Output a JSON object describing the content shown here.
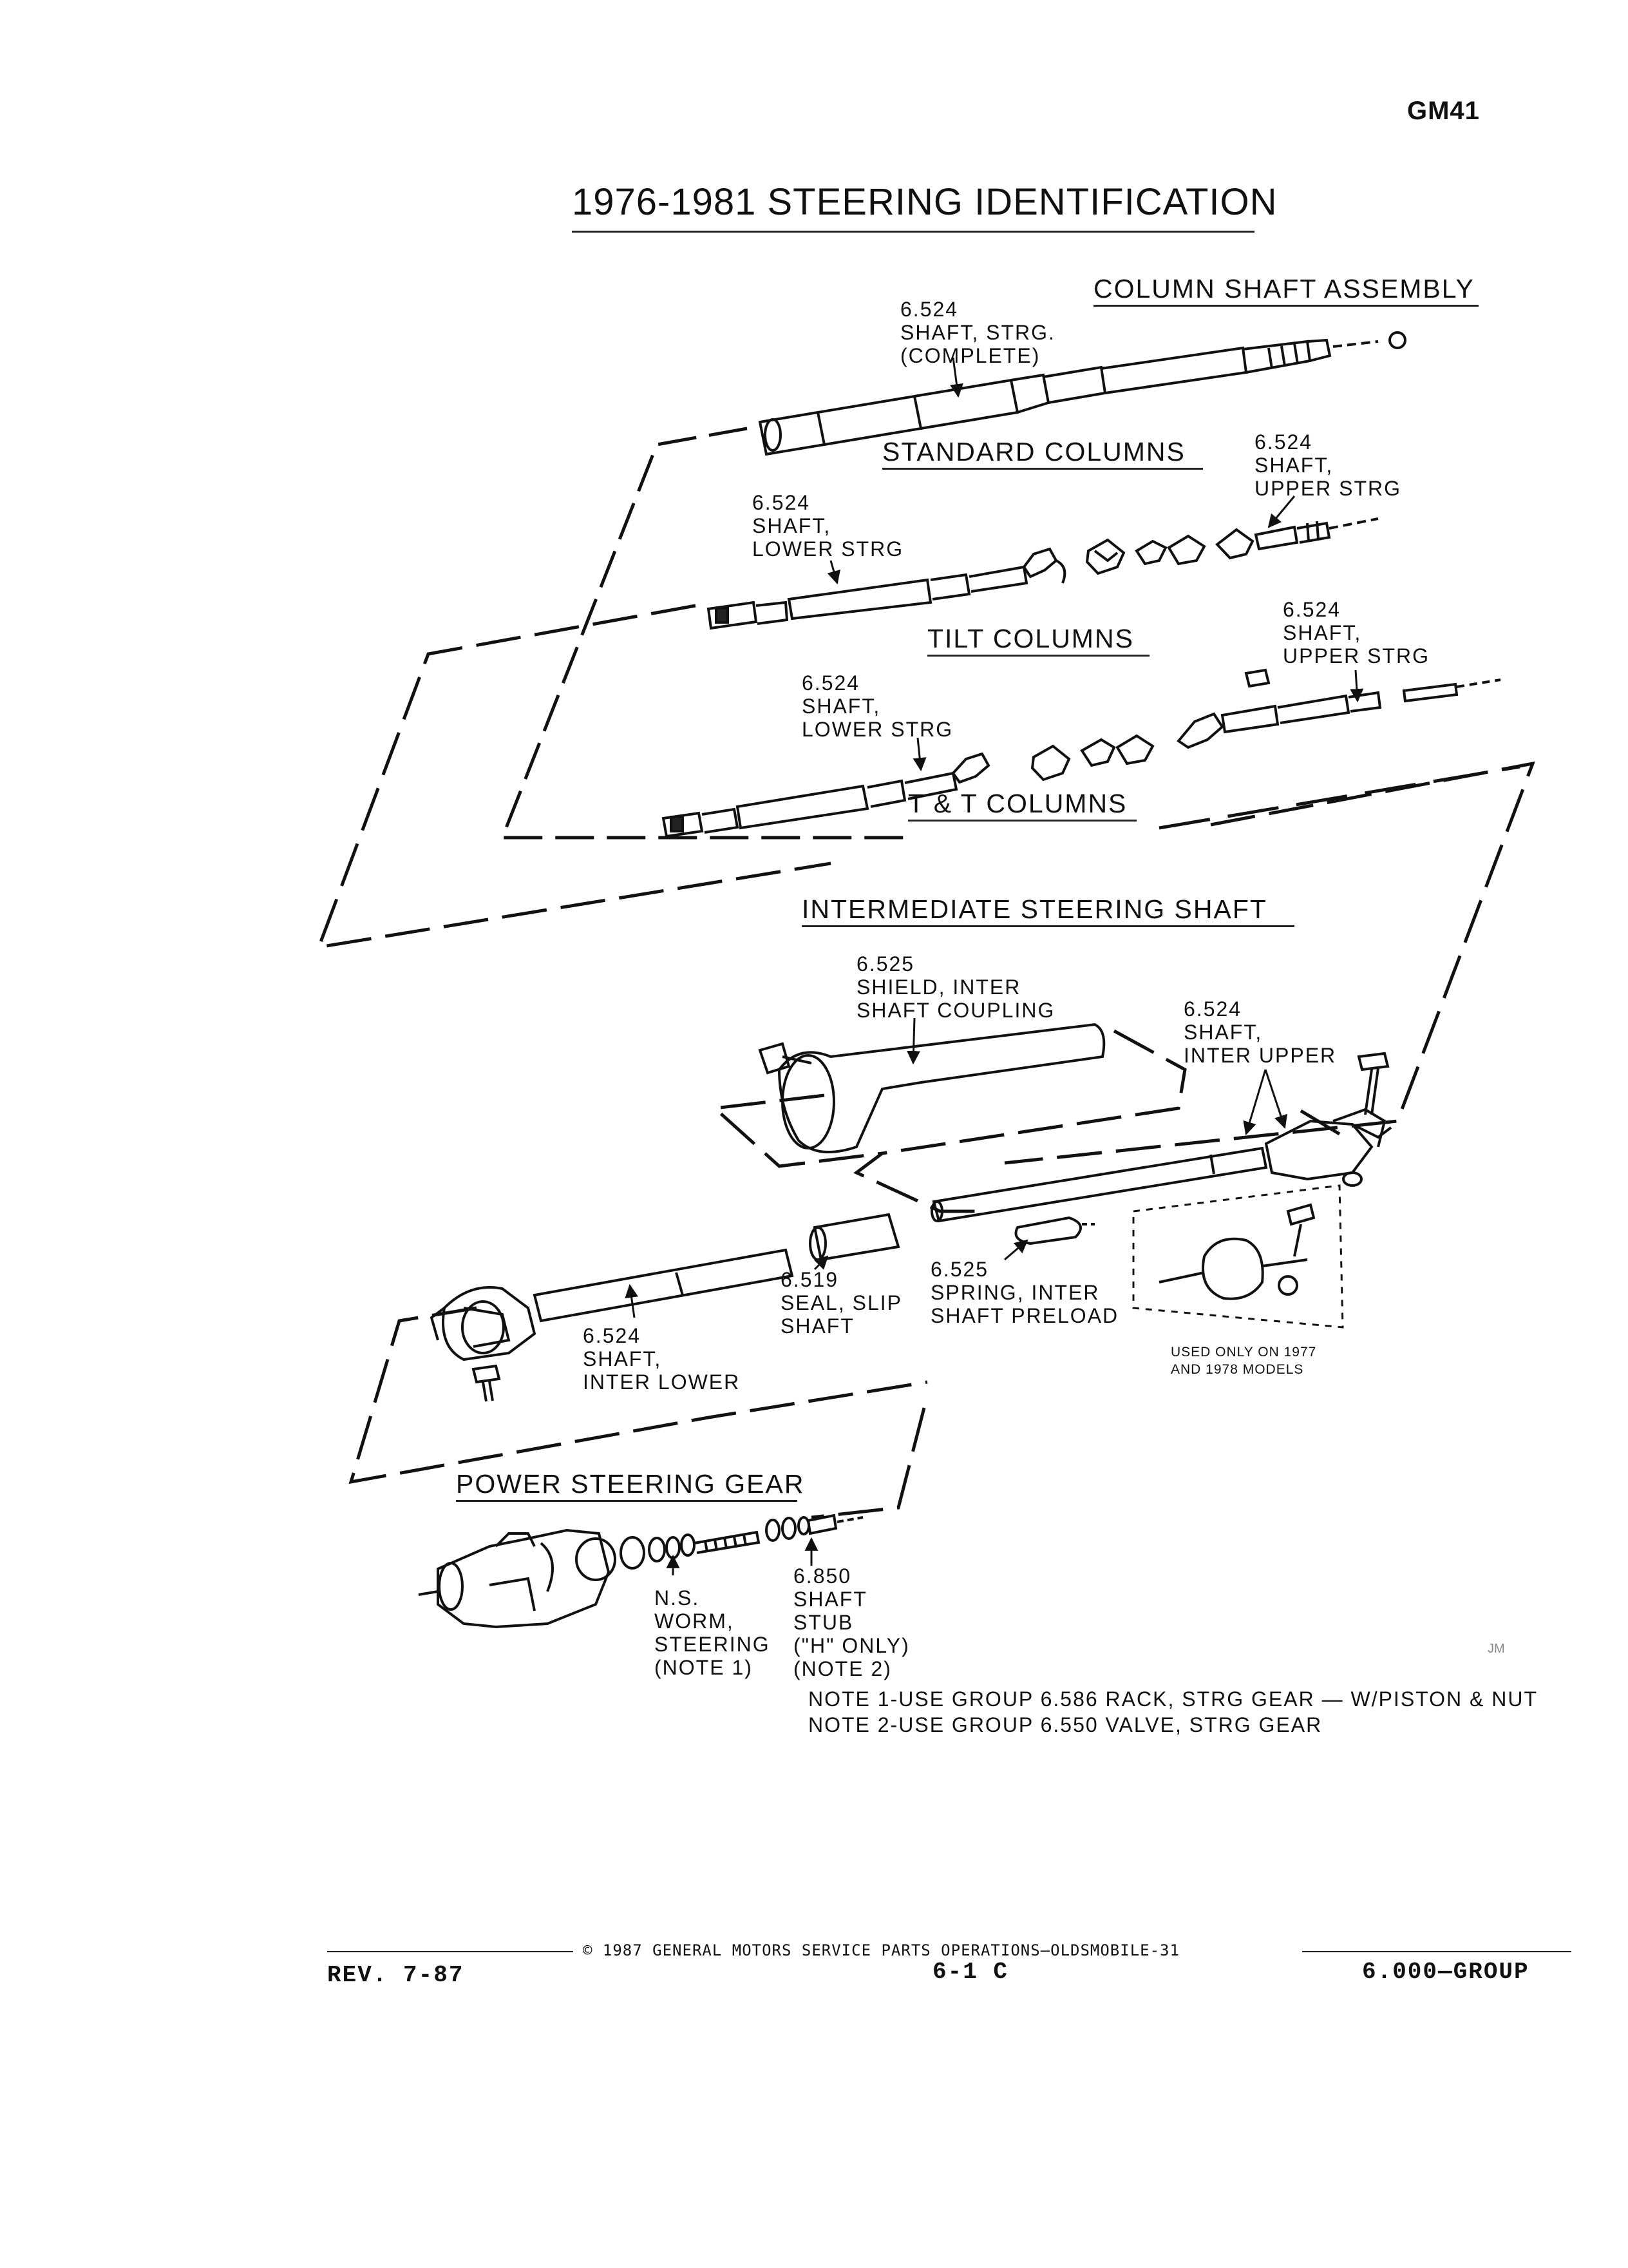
{
  "page_id": "GM41",
  "title": "1976-1981 STEERING IDENTIFICATION",
  "sections": {
    "column_shaft": "COLUMN SHAFT ASSEMBLY",
    "standard": "STANDARD COLUMNS",
    "tilt": "TILT COLUMNS",
    "tt": "T & T COLUMNS",
    "intermediate": "INTERMEDIATE STEERING SHAFT",
    "power_gear": "POWER STEERING GEAR"
  },
  "labels": {
    "shaft_strg_complete": "6.524\nSHAFT, STRG.\n(COMPLETE)",
    "std_upper": "6.524\nSHAFT,\nUPPER STRG",
    "std_lower": "6.524\nSHAFT,\nLOWER STRG",
    "tilt_upper": "6.524\nSHAFT,\nUPPER STRG",
    "tilt_lower": "6.524\nSHAFT,\nLOWER STRG",
    "shield": "6.525\nSHIELD, INTER\nSHAFT COUPLING",
    "inter_upper": "6.524\nSHAFT,\nINTER UPPER",
    "seal": "6.519\nSEAL, SLIP\nSHAFT",
    "spring": "6.525\nSPRING, INTER\nSHAFT PRELOAD",
    "inter_lower": "6.524\nSHAFT,\nINTER LOWER",
    "used_only": "USED ONLY ON 1977\nAND 1978 MODELS",
    "worm": "N.S.\nWORM,\nSTEERING\n(NOTE 1)",
    "stub": "6.850\nSHAFT\nSTUB\n(\"H\" ONLY)\n(NOTE 2)"
  },
  "artist_mark": "JM",
  "notes": [
    "NOTE 1-USE GROUP 6.586 RACK, STRG GEAR — W/PISTON & NUT",
    "NOTE 2-USE GROUP 6.550 VALVE, STRG GEAR"
  ],
  "footer": {
    "copyright": "© 1987 GENERAL MOTORS SERVICE PARTS OPERATIONS—OLDSMOBILE-31",
    "rev": "REV. 7-87",
    "page": "6-1 C",
    "group": "6.000—GROUP"
  }
}
